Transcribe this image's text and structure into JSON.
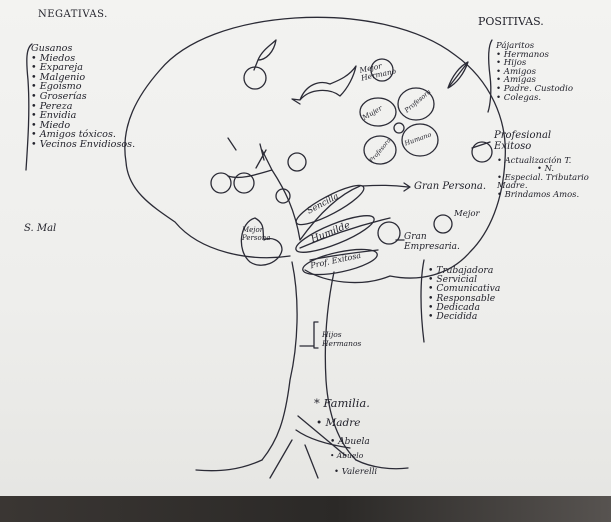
{
  "colors": {
    "paper": "#f0f0ee",
    "ink": "#23232c",
    "backdrop": "#2a2826"
  },
  "headings": {
    "negative": "NEGATIVAS.",
    "positive": "POSITIVAS."
  },
  "negatives": {
    "items": [
      "Gusanos",
      "• Miedos",
      "• Expareja",
      "• Malgenio",
      "• Egoísmo",
      "• Groserías",
      "• Pereza",
      "• Envidia",
      "• Miedo",
      "• Amigos tóxicos.",
      "• Vecinos Envidiosos."
    ],
    "extra": "S. Mal"
  },
  "positives": {
    "items": [
      "Pájaritos",
      "• Hermanos",
      "• Hijos",
      "• Amigos",
      "• Amigas",
      "• Padre. Custodio",
      "• Colegas."
    ]
  },
  "professional": {
    "title": "Profesional Exitoso",
    "items": [
      "• Actualización T.",
      "• N.",
      "• Especial. Tributario",
      "Madre.",
      "• Brindamos Amos."
    ]
  },
  "qualities": {
    "items": [
      "• Trabajadora",
      "• Servicial",
      "• Comunicativa",
      "• Responsable",
      "• Dedicada",
      "• Decidida"
    ]
  },
  "tree": {
    "bird_label": "Mejor Hermano",
    "flower_labels": [
      "Mujer",
      "Profesora",
      "Humano",
      "Profesora"
    ],
    "branch_labels": [
      "Sencilla",
      "Humilde",
      "Prof. Exitosa"
    ],
    "fruit_label": "Mejor Persona",
    "gran_persona": "Gran Persona.",
    "mejor": "Mejor",
    "gran_empresaria": "Gran Empresaria.",
    "trunk_label": "Hijos Hermanos"
  },
  "roots": {
    "title": "* Familia.",
    "items": [
      "• Madre",
      "• Abuela",
      "• Abuelo",
      "• Valerelli"
    ]
  }
}
